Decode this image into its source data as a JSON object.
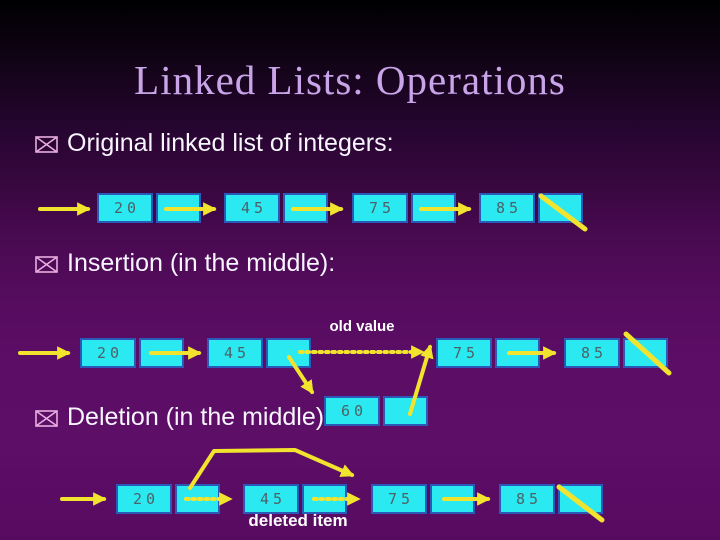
{
  "slide": {
    "title": "Linked Lists: Operations",
    "bullets": [
      {
        "label": "Original linked list of integers:"
      },
      {
        "label": "Insertion (in the middle):"
      },
      {
        "label": "Deletion (in the middle)"
      }
    ]
  },
  "lists": {
    "original": {
      "nodes": [
        {
          "value": "20"
        },
        {
          "value": "45"
        },
        {
          "value": "75"
        },
        {
          "value": "85"
        }
      ]
    },
    "insertion": {
      "nodes": [
        {
          "value": "20"
        },
        {
          "value": "45"
        },
        {
          "value": "75"
        },
        {
          "value": "85"
        }
      ],
      "inserted_node": {
        "value": "60"
      },
      "old_pointer_label": "old value"
    },
    "deletion": {
      "nodes": [
        {
          "value": "20"
        },
        {
          "value": "45"
        },
        {
          "value": "75"
        },
        {
          "value": "85"
        }
      ],
      "deleted_label": "deleted item"
    }
  },
  "colors": {
    "background_purple": "#5c0e66",
    "title_lavender": "#c9a4e8",
    "bullet_icon_pink": "#e8aee0",
    "node_cyan": "#2be9f0",
    "arrow_yellow": "#f2e42e",
    "text_white": "#ffffff"
  }
}
